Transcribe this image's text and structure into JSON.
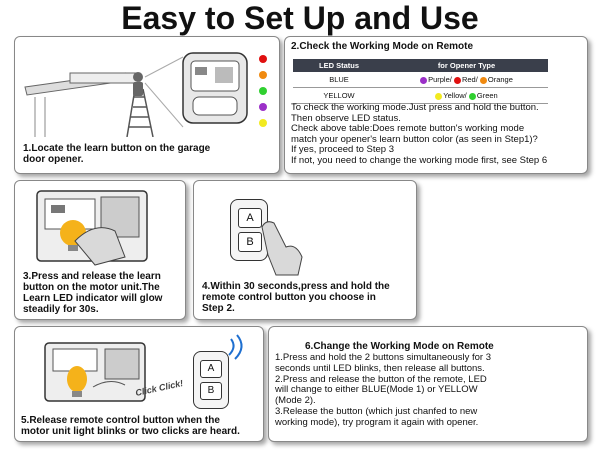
{
  "title": "Easy to Set Up and Use",
  "colors": {
    "purple": "#9b30c8",
    "red": "#e01010",
    "orange": "#f08a10",
    "yellow": "#f2ea20",
    "green": "#30d030",
    "bulb": "#f5b21a"
  },
  "step1": {
    "lines": [
      "1.Locate the learn button on the garage",
      "door opener."
    ]
  },
  "step2": {
    "heading": "2.Check the Working Mode on Remote",
    "table": {
      "headers": [
        "LED Status",
        "for Opener Type"
      ],
      "rows": [
        {
          "status": "BLUE",
          "types": [
            {
              "label": "Purple/",
              "color": "purple"
            },
            {
              "label": "Red/",
              "color": "red"
            },
            {
              "label": "Orange",
              "color": "orange"
            }
          ]
        },
        {
          "status": "YELLOW",
          "types": [
            {
              "label": "Yellow/",
              "color": "yellow"
            },
            {
              "label": "Green",
              "color": "green"
            }
          ]
        }
      ]
    },
    "lines": [
      "To check the working mode.Just press and hold the button.",
      "Then observe LED status.",
      "Check above table:Does remote button's working mode",
      "match your opener's learn button color (as seen in Step1)?",
      "If yes, proceed to Step 3",
      "If not, you need to change the working mode first, see Step 6"
    ]
  },
  "step3": {
    "lines": [
      "3.Press and release the learn",
      "button on the motor unit.The",
      "Learn LED indicator will glow",
      "steadily for 30s."
    ]
  },
  "step4": {
    "lines": [
      "4.Within 30 seconds,press and hold the",
      "remote control button you choose in",
      "Step 2."
    ],
    "remote_buttons": [
      "A",
      "B"
    ]
  },
  "step5": {
    "lines": [
      "5.Release remote control button when the",
      "motor unit light blinks or two clicks are heard."
    ],
    "click_text": "Click Click!",
    "remote_buttons": [
      "A",
      "B"
    ]
  },
  "step6": {
    "heading": "6.Change the Working Mode on Remote",
    "lines": [
      "1.Press and hold the 2 buttons simultaneously for 3",
      "seconds until LED blinks, then release all buttons.",
      "2.Press and release the button of the remote, LED",
      "will change to either BLUE(Mode 1) or YELLOW",
      "(Mode 2).",
      "3.Release the button (which just chanfed to new",
      "working mode), try program it again with opener."
    ]
  }
}
